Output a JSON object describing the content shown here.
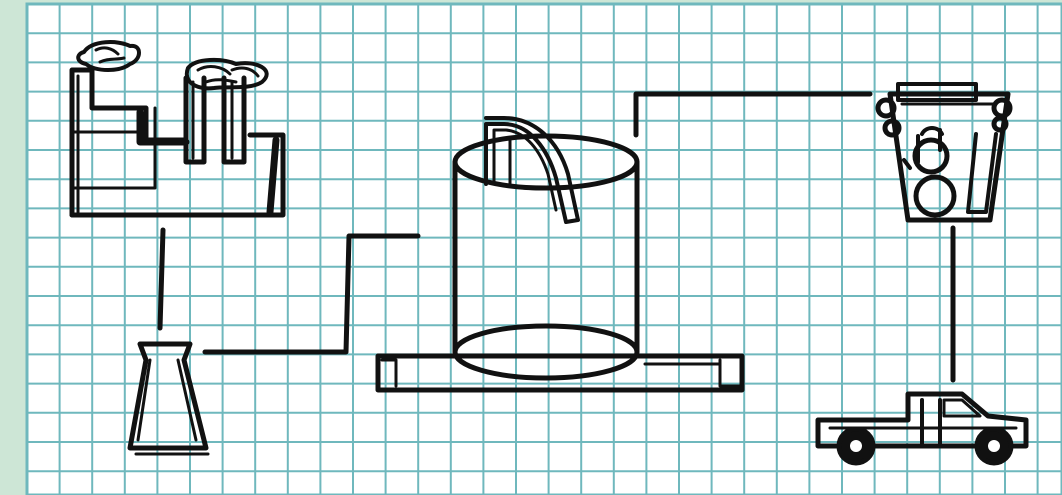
{
  "diagram": {
    "kind": "process-flow sketch",
    "background_color": "#cde6d6",
    "paper_color": "#ffffff",
    "grid_color": "#6fb8bd",
    "ink_color": "#111111",
    "nodes": [
      {
        "id": "factory",
        "icon": "factory-icon"
      },
      {
        "id": "flask",
        "icon": "flask-icon"
      },
      {
        "id": "tank",
        "icon": "storage-tank-icon"
      },
      {
        "id": "processor",
        "icon": "processing-machine-icon"
      },
      {
        "id": "truck",
        "icon": "pickup-truck-icon"
      }
    ],
    "connections": [
      {
        "from": "factory",
        "to": "flask"
      },
      {
        "from": "flask",
        "to": "tank"
      },
      {
        "from": "tank",
        "to": "processor"
      },
      {
        "from": "processor",
        "to": "truck"
      }
    ]
  }
}
